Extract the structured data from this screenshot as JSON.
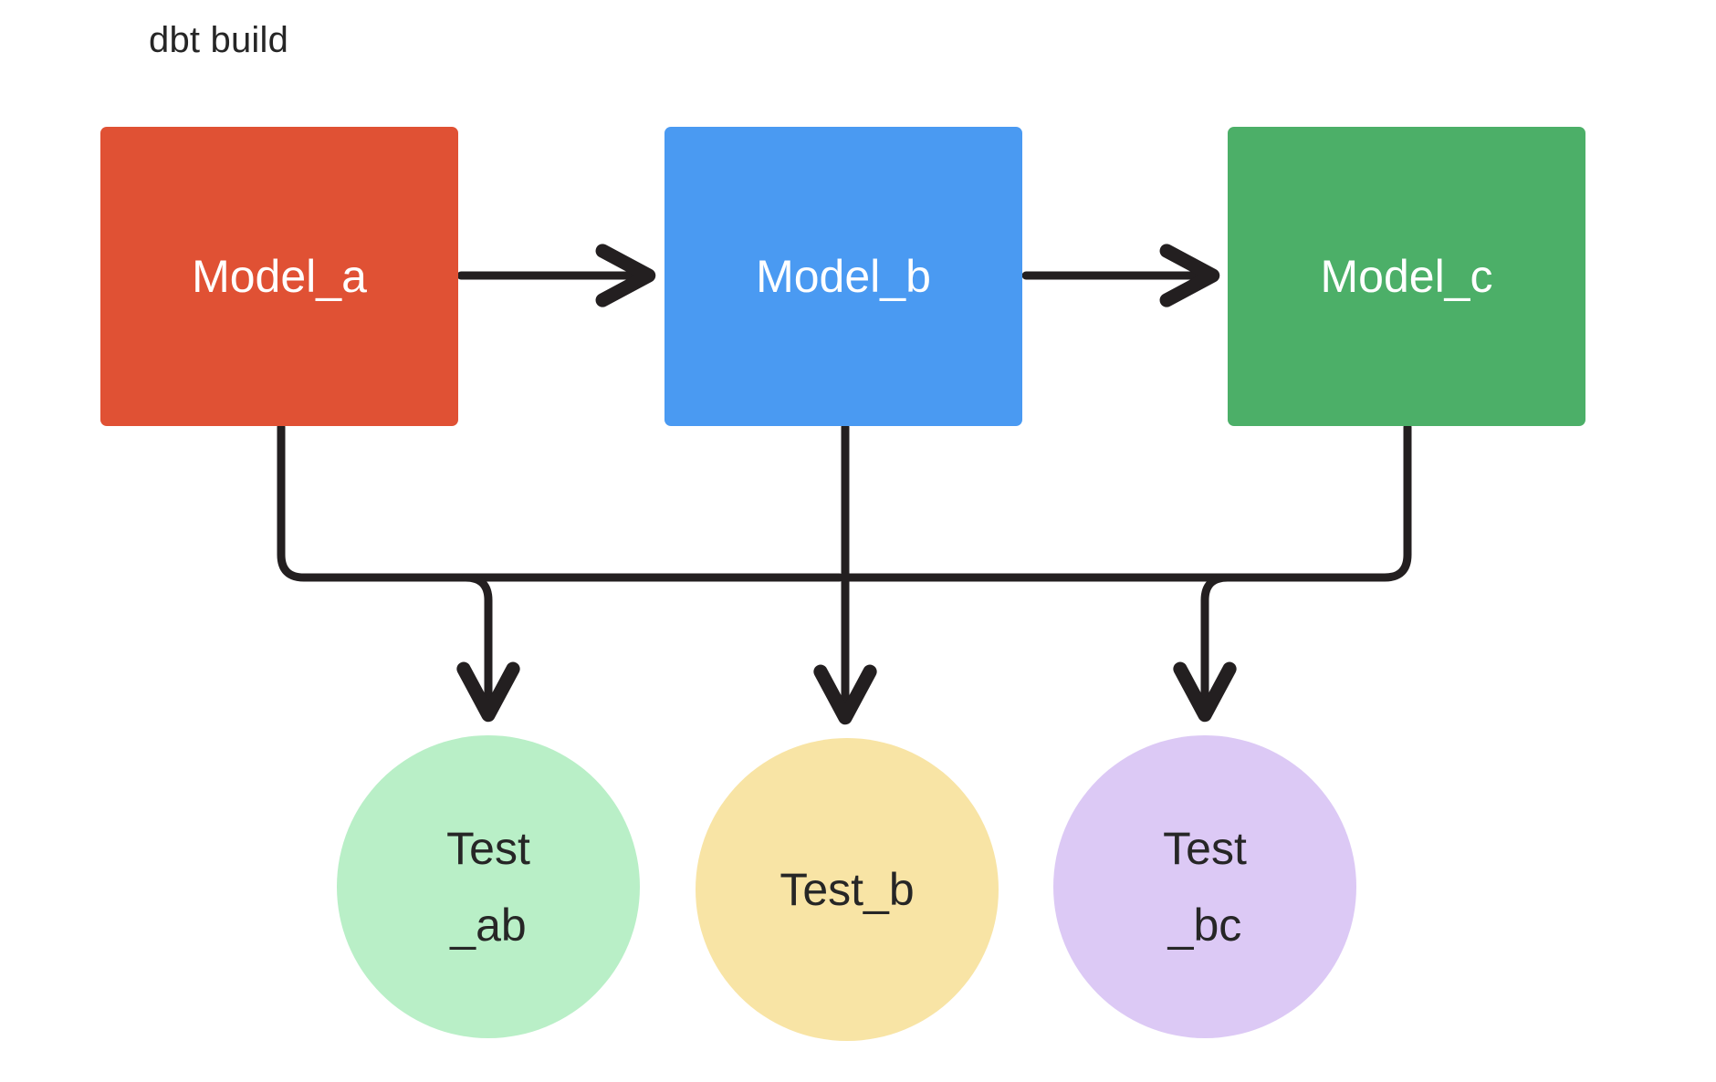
{
  "diagram": {
    "title": "dbt build",
    "type": "flowchart",
    "background_color": "#ffffff",
    "edge_color": "#231f20",
    "nodes": [
      {
        "id": "model_a",
        "label": "Model_a",
        "shape": "rounded-rect",
        "fill": "#e05134",
        "text_color": "#ffffff"
      },
      {
        "id": "model_b",
        "label": "Model_b",
        "shape": "rounded-rect",
        "fill": "#4a9af2",
        "text_color": "#ffffff"
      },
      {
        "id": "model_c",
        "label": "Model_c",
        "shape": "rounded-rect",
        "fill": "#4caf68",
        "text_color": "#ffffff"
      },
      {
        "id": "test_ab",
        "label": "Test\n_ab",
        "shape": "circle",
        "fill": "#b9efc7",
        "text_color": "#262626"
      },
      {
        "id": "test_b",
        "label": "Test_b",
        "shape": "circle",
        "fill": "#f8e4a5",
        "text_color": "#262626"
      },
      {
        "id": "test_bc",
        "label": "Test\n_bc",
        "shape": "circle",
        "fill": "#dcc9f5",
        "text_color": "#262626"
      }
    ],
    "edges": [
      {
        "from": "model_a",
        "to": "model_b",
        "style": "arrow"
      },
      {
        "from": "model_b",
        "to": "model_c",
        "style": "arrow"
      },
      {
        "from": "model_a",
        "to": "test_ab",
        "style": "arrow"
      },
      {
        "from": "model_b",
        "to": "test_ab",
        "style": "arrow"
      },
      {
        "from": "model_b",
        "to": "test_b",
        "style": "arrow"
      },
      {
        "from": "model_b",
        "to": "test_bc",
        "style": "arrow"
      },
      {
        "from": "model_c",
        "to": "test_bc",
        "style": "arrow"
      }
    ]
  }
}
